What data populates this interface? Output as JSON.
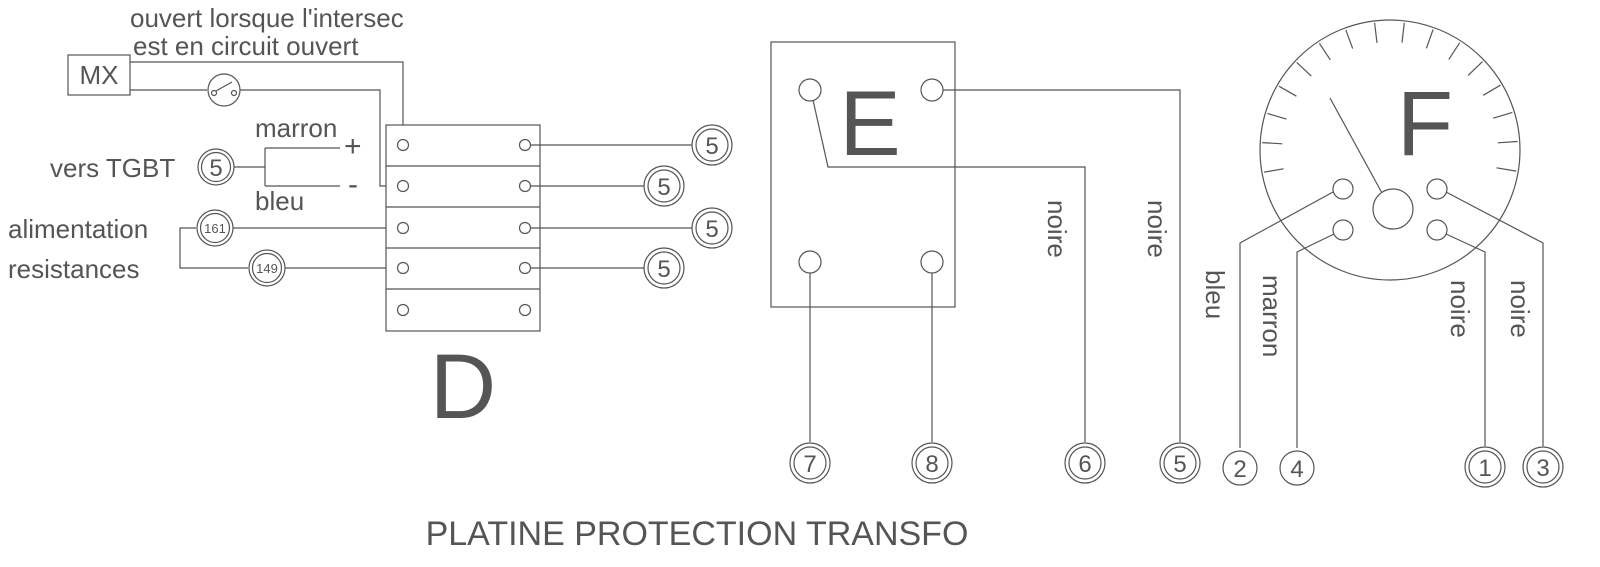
{
  "title": "PLATINE PROTECTION TRANSFO",
  "blocks": {
    "d": "D",
    "e": "E",
    "f": "F",
    "mx": "MX"
  },
  "labels": {
    "note_line1": "ouvert lorsque l'intersec",
    "note_line2": "est en circuit ouvert",
    "marron": "marron",
    "bleu": "bleu",
    "plus": "+",
    "minus": "-",
    "vers_tgbt": "vers TGBT",
    "alimentation": "alimentation",
    "resistances": "resistances",
    "e_noire_a": "noire",
    "e_noire_b": "noire",
    "f_bleu": "bleu",
    "f_marron": "marron",
    "f_noire_a": "noire",
    "f_noire_b": "noire"
  },
  "markers": {
    "tgbt": "5",
    "alim_top": "161",
    "alim_bottom": "149",
    "d_row1": "5",
    "d_row2": "5",
    "d_row3": "5",
    "d_row4": "5",
    "e_t1": "7",
    "e_t2": "8",
    "e_t3": "6",
    "e_t4": "5",
    "f_t1": "2",
    "f_t2": "4",
    "f_t3": "1",
    "f_t4": "3"
  }
}
